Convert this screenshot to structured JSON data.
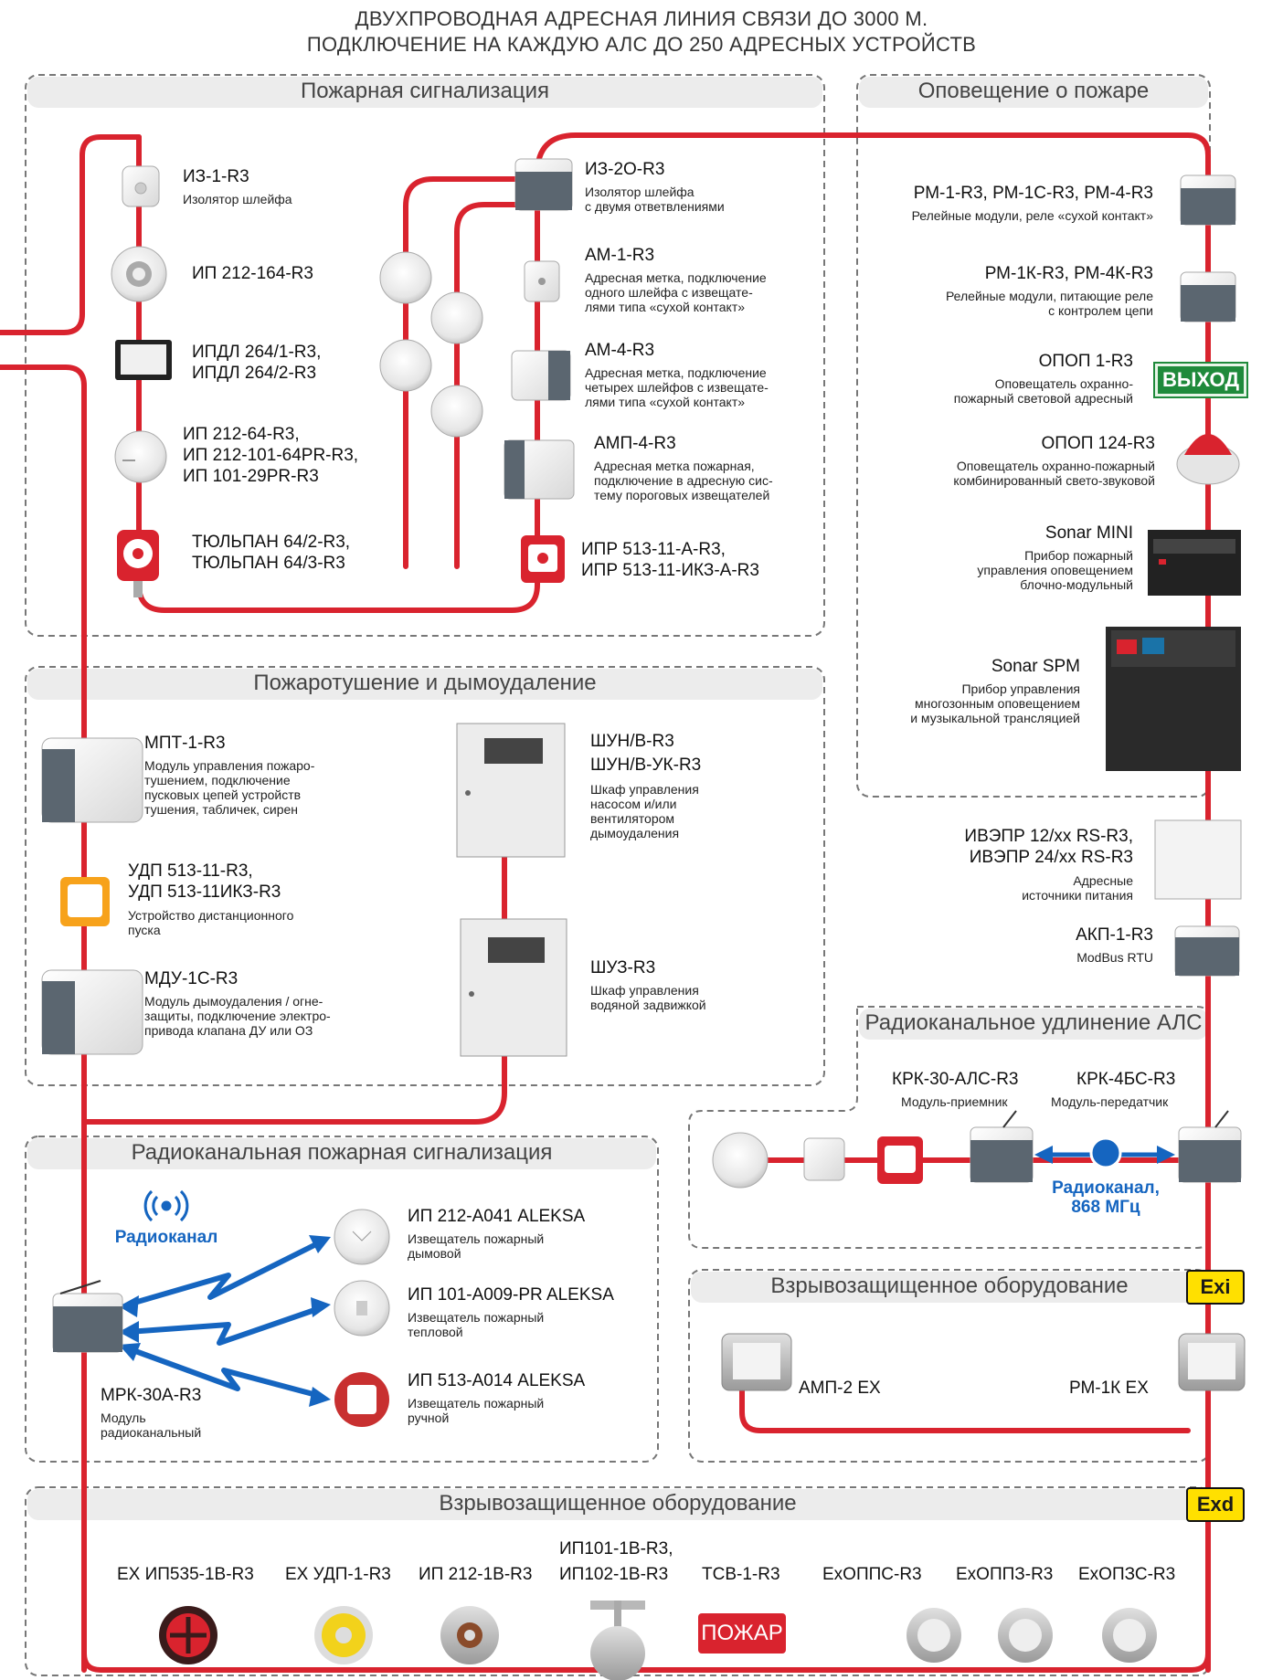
{
  "header": {
    "line1": "ДВУХПРОВОДНАЯ АДРЕСНАЯ ЛИНИЯ СВЯЗИ ДО 3000 М.",
    "line2": "ПОДКЛЮЧЕНИЕ НА КАЖДУЮ АЛС ДО 250 АДРЕСНЫХ УСТРОЙСТВ"
  },
  "sections": {
    "fire_alarm": "Пожарная сигнализация",
    "notification": "Оповещение о пожаре",
    "extinguishing": "Пожаротушение и дымоудаление",
    "radio_extension": "Радиоканальное удлинение АЛС",
    "radio_alarm": "Радиоканальная пожарная сигнализация",
    "exi_title": "Взрывозащищенное оборудование",
    "exd_title": "Взрывозащищенное оборудование"
  },
  "badges": {
    "exi": "Exi",
    "exd": "Exd"
  },
  "fire_alarm": {
    "iz1": {
      "name": "ИЗ-1-R3",
      "desc": "Изолятор шлейфа"
    },
    "ip212_164": {
      "name": "ИП 212-164-R3"
    },
    "ipdl": {
      "name1": "ИПДЛ 264/1-R3,",
      "name2": "ИПДЛ 264/2-R3"
    },
    "ip212_64": {
      "name1": "ИП 212-64-R3,",
      "name2": "ИП 212-101-64PR-R3,",
      "name3": "ИП 101-29PR-R3"
    },
    "tulpan": {
      "name1": "ТЮЛЬПАН 64/2-R3,",
      "name2": "ТЮЛЬПАН 64/3-R3"
    },
    "iz2o": {
      "name": "ИЗ-2О-R3",
      "desc1": "Изолятор шлейфа",
      "desc2": "с двумя ответвлениями"
    },
    "am1": {
      "name": "АМ-1-R3",
      "desc1": "Адресная метка, подключение",
      "desc2": "одного шлейфа с извещате-",
      "desc3": "лями типа «сухой контакт»"
    },
    "am4": {
      "name": "АМ-4-R3",
      "desc1": "Адресная метка, подключение",
      "desc2": "четырех шлейфов с извещате-",
      "desc3": "лями типа «сухой контакт»"
    },
    "amp4": {
      "name": "АМП-4-R3",
      "desc1": "Адресная метка пожарная,",
      "desc2": "подключение в адресную сис-",
      "desc3": "тему пороговых извещателей"
    },
    "ipr": {
      "name1": "ИПР 513-11-А-R3,",
      "name2": "ИПР 513-11-ИКЗ-А-R3"
    }
  },
  "notification": {
    "rm1": {
      "name": "РМ-1-R3, РМ-1С-R3, РМ-4-R3",
      "desc": "Релейные модули, реле «сухой контакт»"
    },
    "rm1k": {
      "name": "РМ-1К-R3, РМ-4К-R3",
      "desc1": "Релейные модули, питающие реле",
      "desc2": "с контролем цепи"
    },
    "opop1": {
      "name": "ОПОП 1-R3",
      "desc1": "Оповещатель охранно-",
      "desc2": "пожарный световой адресный",
      "sign": "ВЫХОД"
    },
    "opop124": {
      "name": "ОПОП 124-R3",
      "desc1": "Оповещатель охранно-пожарный",
      "desc2": "комбинированный свето-звуковой"
    },
    "sonar_mini": {
      "name": "Sonar MINI",
      "desc1": "Прибор пожарный",
      "desc2": "управления оповещением",
      "desc3": "блочно-модульный"
    },
    "sonar_spm": {
      "name": "Sonar SPM",
      "desc1": "Прибор управления",
      "desc2": "многозонным оповещением",
      "desc3": "и музыкальной трансляцией"
    }
  },
  "power": {
    "ivepr": {
      "name1": "ИВЭПР 12/хх RS-R3,",
      "name2": "ИВЭПР 24/хх RS-R3",
      "desc1": "Адресные",
      "desc2": "источники питания"
    },
    "akp": {
      "name": "АКП-1-R3",
      "desc": "ModBus RTU"
    }
  },
  "extinguishing": {
    "mpt": {
      "name": "МПТ-1-R3",
      "desc1": "Модуль управления пожаро-",
      "desc2": "тушением, подключение",
      "desc3": "пусковых цепей устройств",
      "desc4": "тушения, табличек, сирен"
    },
    "udp": {
      "name1": "УДП 513-11-R3,",
      "name2": "УДП 513-11ИКЗ-R3",
      "desc1": "Устройство дистанционного",
      "desc2": "пуска"
    },
    "mdu": {
      "name": "МДУ-1С-R3",
      "desc1": "Модуль дымоудаления / огне-",
      "desc2": "защиты, подключение электро-",
      "desc3": "привода клапана ДУ или ОЗ"
    },
    "shun": {
      "name1": "ШУН/В-R3",
      "name2": "ШУН/В-УК-R3",
      "desc1": "Шкаф управления",
      "desc2": "насосом и/или",
      "desc3": "вентилятором",
      "desc4": "дымоудаления"
    },
    "shuz": {
      "name": "ШУЗ-R3",
      "desc1": "Шкаф управления",
      "desc2": "водяной задвижкой"
    }
  },
  "radio_extension": {
    "krk30": {
      "name": "КРК-30-АЛС-R3",
      "desc": "Модуль-приемник"
    },
    "krk4": {
      "name": "КРК-4БС-R3",
      "desc": "Модуль-передатчик"
    },
    "channel1": "Радиоканал,",
    "channel2": "868 МГц"
  },
  "radio_alarm": {
    "radio_label": "Радиоканал",
    "aleksa1": {
      "name": "ИП 212-А041 ALEKSA",
      "desc1": "Извещатель пожарный",
      "desc2": "дымовой"
    },
    "aleksa2": {
      "name": "ИП 101-А009-PR ALEKSA",
      "desc1": "Извещатель пожарный",
      "desc2": "тепловой"
    },
    "aleksa3": {
      "name": "ИП 513-А014 ALEKSA",
      "desc1": "Извещатель пожарный",
      "desc2": "ручной"
    },
    "mrk": {
      "name": "МРК-30А-R3",
      "desc1": "Модуль",
      "desc2": "радиоканальный"
    }
  },
  "exi": {
    "amp2": "АМП-2 ЕХ",
    "rm1k": "РМ-1К ЕХ"
  },
  "exd": {
    "items": [
      "ЕХ ИП535-1В-R3",
      "ЕХ УДП-1-R3",
      "ИП 212-1В-R3",
      "ИП101-1В-R3,",
      "ИП102-1В-R3",
      "ТСВ-1-R3",
      "ЕхОППС-R3",
      "ЕхОППЗ-R3",
      "ЕхОПЗС-R3"
    ],
    "pozhar": "ПОЖАР"
  },
  "colors": {
    "line": "#d9232e",
    "radio": "#1565c0",
    "badge": "#ffe000",
    "section_header": "#ececec"
  }
}
